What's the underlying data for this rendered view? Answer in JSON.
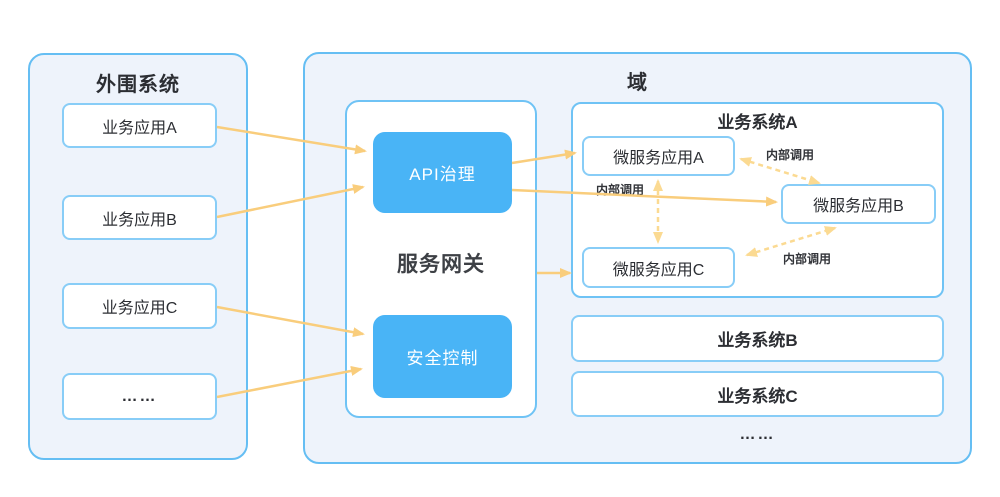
{
  "colors": {
    "accent_blue": "#49b4f6",
    "panel_border_blue": "#65bef3",
    "node_border_blue": "#88cdf7",
    "panel_background": "#eef3fb",
    "arrow_solid_yellow": "#f9cd7c",
    "arrow_dashed_yellow": "#fbda92",
    "text_dark": "#2c2e33"
  },
  "peripheral": {
    "title": "外围系统",
    "nodes": [
      "业务应用A",
      "业务应用B",
      "业务应用C",
      "……"
    ]
  },
  "domain": {
    "title": "域",
    "gateway": {
      "title": "服务网关",
      "modules": [
        "API治理",
        "安全控制"
      ]
    },
    "system_a": {
      "title": "业务系统A",
      "nodes": [
        "微服务应用A",
        "微服务应用B",
        "微服务应用C"
      ],
      "call_labels": [
        "内部调用",
        "内部调用",
        "内部调用"
      ]
    },
    "other_systems": [
      "业务系统B",
      "业务系统C"
    ],
    "ellipsis": "……"
  }
}
